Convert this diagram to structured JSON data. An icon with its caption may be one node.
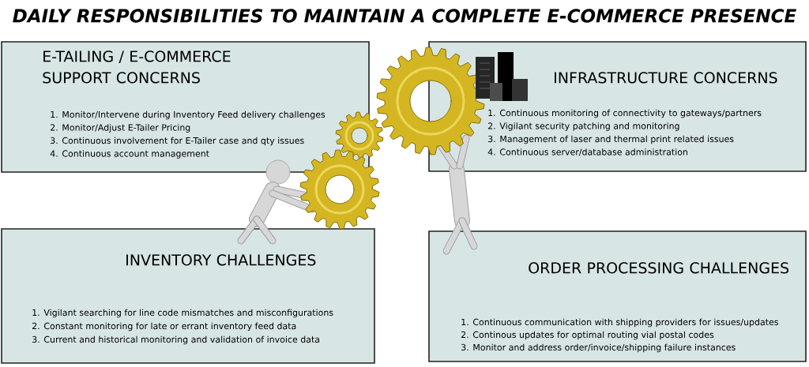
{
  "diagram": {
    "title": "DAILY RESPONSIBILITIES TO MAINTAIN A COMPLETE E-COMMERCE PRESENCE",
    "nodes": [
      {
        "text": [
          "E-TAILING / E-COMMERCE SUPPORT CONCERNS",
          "1. Monitor/Intervene during Inventory Feed delivery challenges",
          "2. Monitor/Adjust E-Tailer Pricing",
          "3. Continuous involvement for E-Tailer case and qty issues",
          "4. Continuous account management"
        ]
      },
      {
        "text": [
          "INFRASTRUCTURE CONCERNS",
          "1. Continuous monitoring of connectivity to gateways/partners",
          "2. Vigilant security patching and monitoring",
          "3. Management of laser and thermal print related issues",
          "4. Continuous server/database administration"
        ]
      },
      {
        "text": [
          "INVENTORY CHALLENGES",
          "1. Vigilant searching for line code mismatches and misconfigurations",
          "2. Constant monitoring for late or errant inventory feed data",
          "3. Current and historical monitoring and validation of invoice data"
        ]
      },
      {
        "text": [
          "ORDER PROCESSING CHALLENGES",
          "1. Continuous communication with shipping providers for issues/updates",
          "2. Continous updates for optimal routing vial postal codes",
          "3. Monitor and address order/invoice/shipping failure instances"
        ]
      }
    ]
  }
}
